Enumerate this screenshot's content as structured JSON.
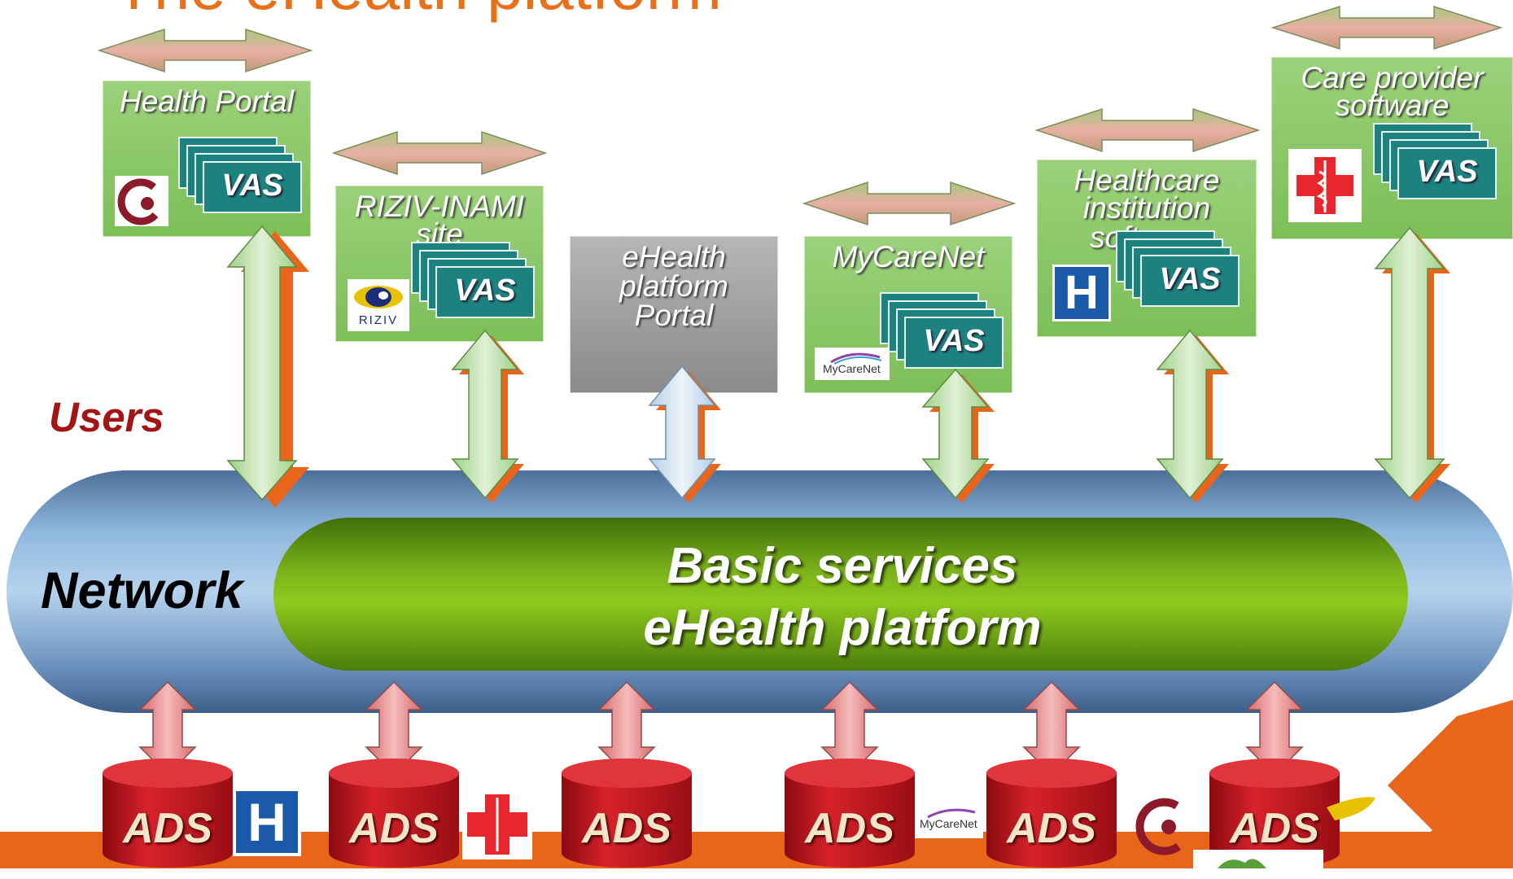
{
  "title": "The eHealth platform",
  "users_label": "Users",
  "network_label": "Network",
  "basic_services": {
    "line1": "Basic services",
    "line2": "eHealth platform"
  },
  "vas_label": "VAS",
  "ads_label": "ADS",
  "boxes": [
    {
      "lines": [
        "Health Portal"
      ]
    },
    {
      "lines": [
        "RIZIV-INAMI",
        "site"
      ]
    },
    {
      "lines": [
        "eHealth",
        "platform",
        "Portal"
      ]
    },
    {
      "lines": [
        "MyCareNet"
      ]
    },
    {
      "lines": [
        "Healthcare",
        "institution",
        "software"
      ]
    },
    {
      "lines": [
        "Care provider",
        "software"
      ]
    }
  ],
  "logos": {
    "riziv": "RIZIV",
    "mycarenet": "MyCareNet",
    "hospital": "H"
  },
  "colors": {
    "title": "#e8701a",
    "box_green": "#8cc96a",
    "box_gray": "#a0a0a0",
    "vas_teal": "#1c8280",
    "users_label": "#a31515",
    "network_blue": "#5f86b6",
    "basic_green": "#6a9f0f",
    "ads_red": "#c8141e",
    "arrow_green": "#bfe3a6",
    "arrow_pink": "#e99090",
    "orange_band": "#e8651a"
  },
  "icons": [
    "hospital-h-icon",
    "red-cross-icon",
    "health-portal-logo-icon",
    "riziv-logo-icon",
    "mycarenet-logo-icon"
  ]
}
